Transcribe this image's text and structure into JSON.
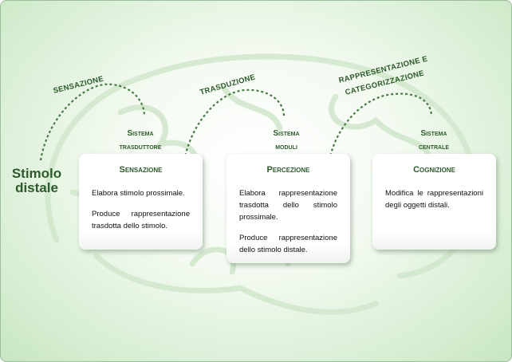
{
  "stimolo_label": "Stimolo distale",
  "processes": [
    {
      "label": "Sensazione"
    },
    {
      "label": "Trasduzione"
    },
    {
      "label": "Rappresentazione e"
    },
    {
      "label": "categorizzazione"
    }
  ],
  "systems": [
    {
      "title_line1": "Sistema",
      "title_line2": "trasduttore",
      "heading": "Sensazione",
      "paragraphs": [
        "Elabora stimolo prossimale.",
        "Produce rappresentazione trasdotta dello stimolo."
      ]
    },
    {
      "title_line1": "Sistema",
      "title_line2": "moduli",
      "heading": "Percezione",
      "paragraphs": [
        "Elabora rappresentazione trasdotta dello stimolo prossimale.",
        "Produce rappresentazione dello stimolo distale."
      ]
    },
    {
      "title_line1": "Sistema",
      "title_line2": "centrale",
      "heading": "Cognizione",
      "paragraphs": [
        "Modifica le rappresentazioni degli oggetti distali."
      ]
    }
  ],
  "colors": {
    "accent": "#2d5a2a",
    "background": "#d9efd5"
  }
}
